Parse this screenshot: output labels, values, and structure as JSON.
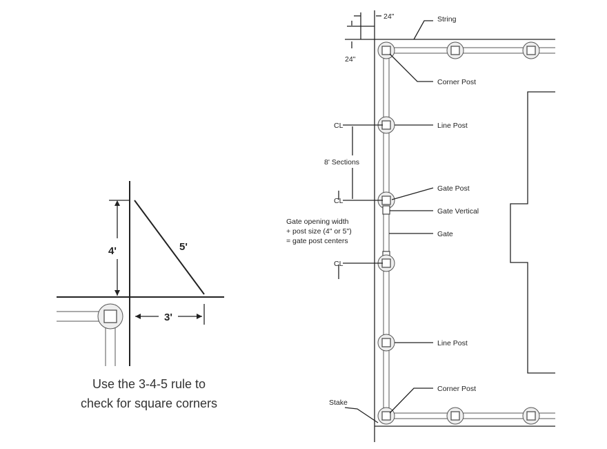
{
  "left_diagram": {
    "dim_vertical": "4'",
    "dim_hypotenuse": "5'",
    "dim_horizontal": "3'",
    "caption_line1": "Use the 3-4-5 rule to",
    "caption_line2": "check for square corners"
  },
  "right_diagram": {
    "offset_top": "24\"",
    "offset_left": "24\"",
    "string": "String",
    "corner_post_top": "Corner Post",
    "line_post_top": "Line Post",
    "sections": "8' Sections",
    "gate_post": "Gate Post",
    "gate_vertical": "Gate Vertical",
    "gate": "Gate",
    "gate_note": [
      "Gate opening width",
      "+ post size (4\" or 5\")",
      "= gate post centers"
    ],
    "line_post_bottom": "Line Post",
    "corner_post_bottom": "Corner Post",
    "stake": "Stake",
    "centerline_symbol": "CL"
  }
}
